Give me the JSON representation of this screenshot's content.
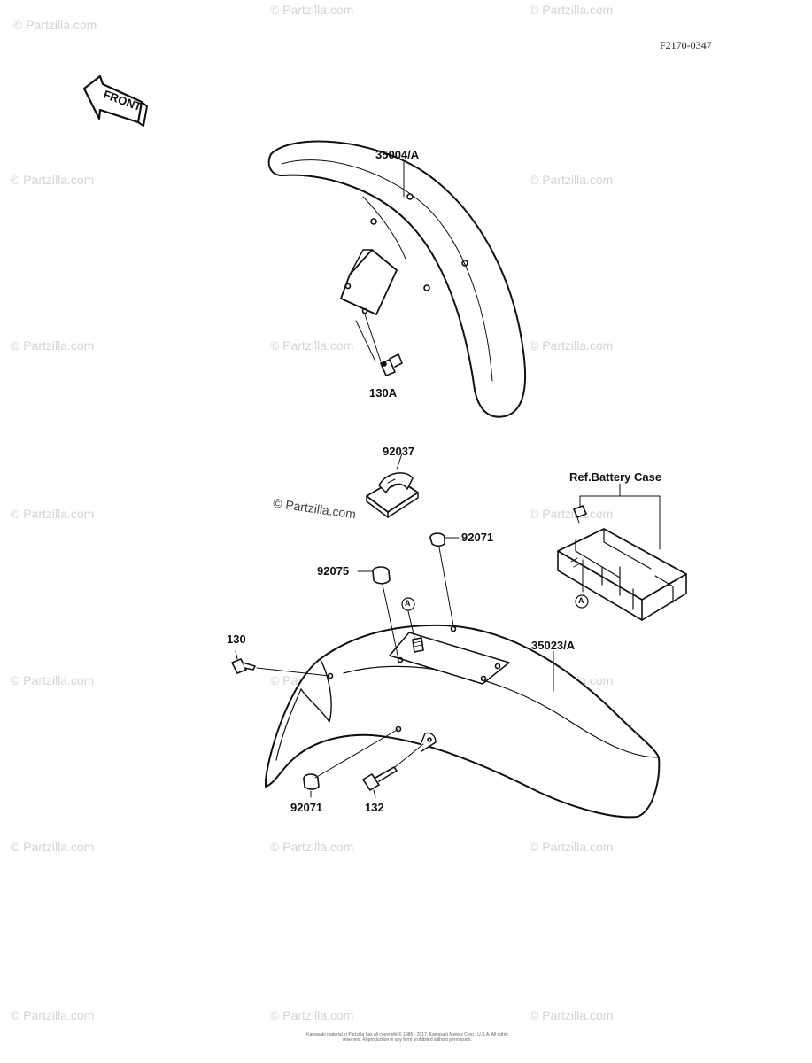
{
  "diagram_code": "F2170-0347",
  "front_label": "FRONT",
  "parts": {
    "front_fender": "35004/A",
    "bolt_front": "130A",
    "clamp": "92037",
    "grommet_right": "92071",
    "grommet_left": "92075",
    "bolt_rear_left": "130",
    "rear_fender": "35023/A",
    "grommet_bottom": "92071",
    "bolt_bottom": "132",
    "ref_battery": "Ref.Battery Case"
  },
  "markers": {
    "marker_a": "A"
  },
  "watermark": "© Partzilla.com",
  "copyright": "Kawasaki material in Partzilla has all copyright © 1985 - 2017, Kawasaki Motors Corp., U.S.A. All rights reserved. Reproduction in any form prohibited without permission."
}
